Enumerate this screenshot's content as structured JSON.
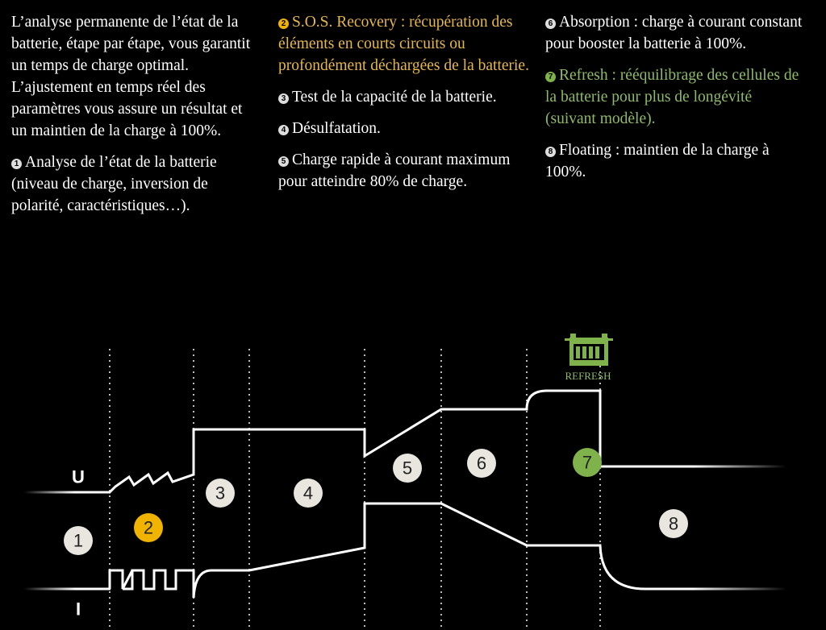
{
  "intro": "L’analyse permanente de l’état de la batterie, étape par étape, vous garantit un temps de charge optimal. L’ajustement en temps réel des paramètres vous assure un résultat et un maintien de la charge à 100%.",
  "steps": [
    {
      "n": "1",
      "text": "Analyse de l’état de la batterie (niveau de charge, inversion de polarité, caractéristiques…)."
    },
    {
      "n": "2",
      "text": "S.O.S. Recovery : récupération des éléments en courts circuits ou profondément déchargées de la batterie."
    },
    {
      "n": "3",
      "text": "Test de la capacité de la batterie."
    },
    {
      "n": "4",
      "text": "Désulfatation."
    },
    {
      "n": "5",
      "text": "Charge rapide à courant maximum pour atteindre 80% de charge."
    },
    {
      "n": "6",
      "text": "Absorption : charge à courant constant pour booster la batterie à 100%."
    },
    {
      "n": "7",
      "text": "Refresh : rééquilibrage des cellules de la batterie pour plus de longévité (suivant modèle)."
    },
    {
      "n": "8",
      "text": "Floating : maintien de la charge à 100%."
    }
  ],
  "diagram": {
    "voltage_label": "U",
    "current_label": "I",
    "refresh_label": "REFRESH",
    "phases": [
      "1",
      "2",
      "3",
      "4",
      "5",
      "6",
      "7",
      "8"
    ]
  },
  "colors": {
    "sos": "#f0b400",
    "refresh": "#7fb24a",
    "marker": "#e8e6df"
  }
}
